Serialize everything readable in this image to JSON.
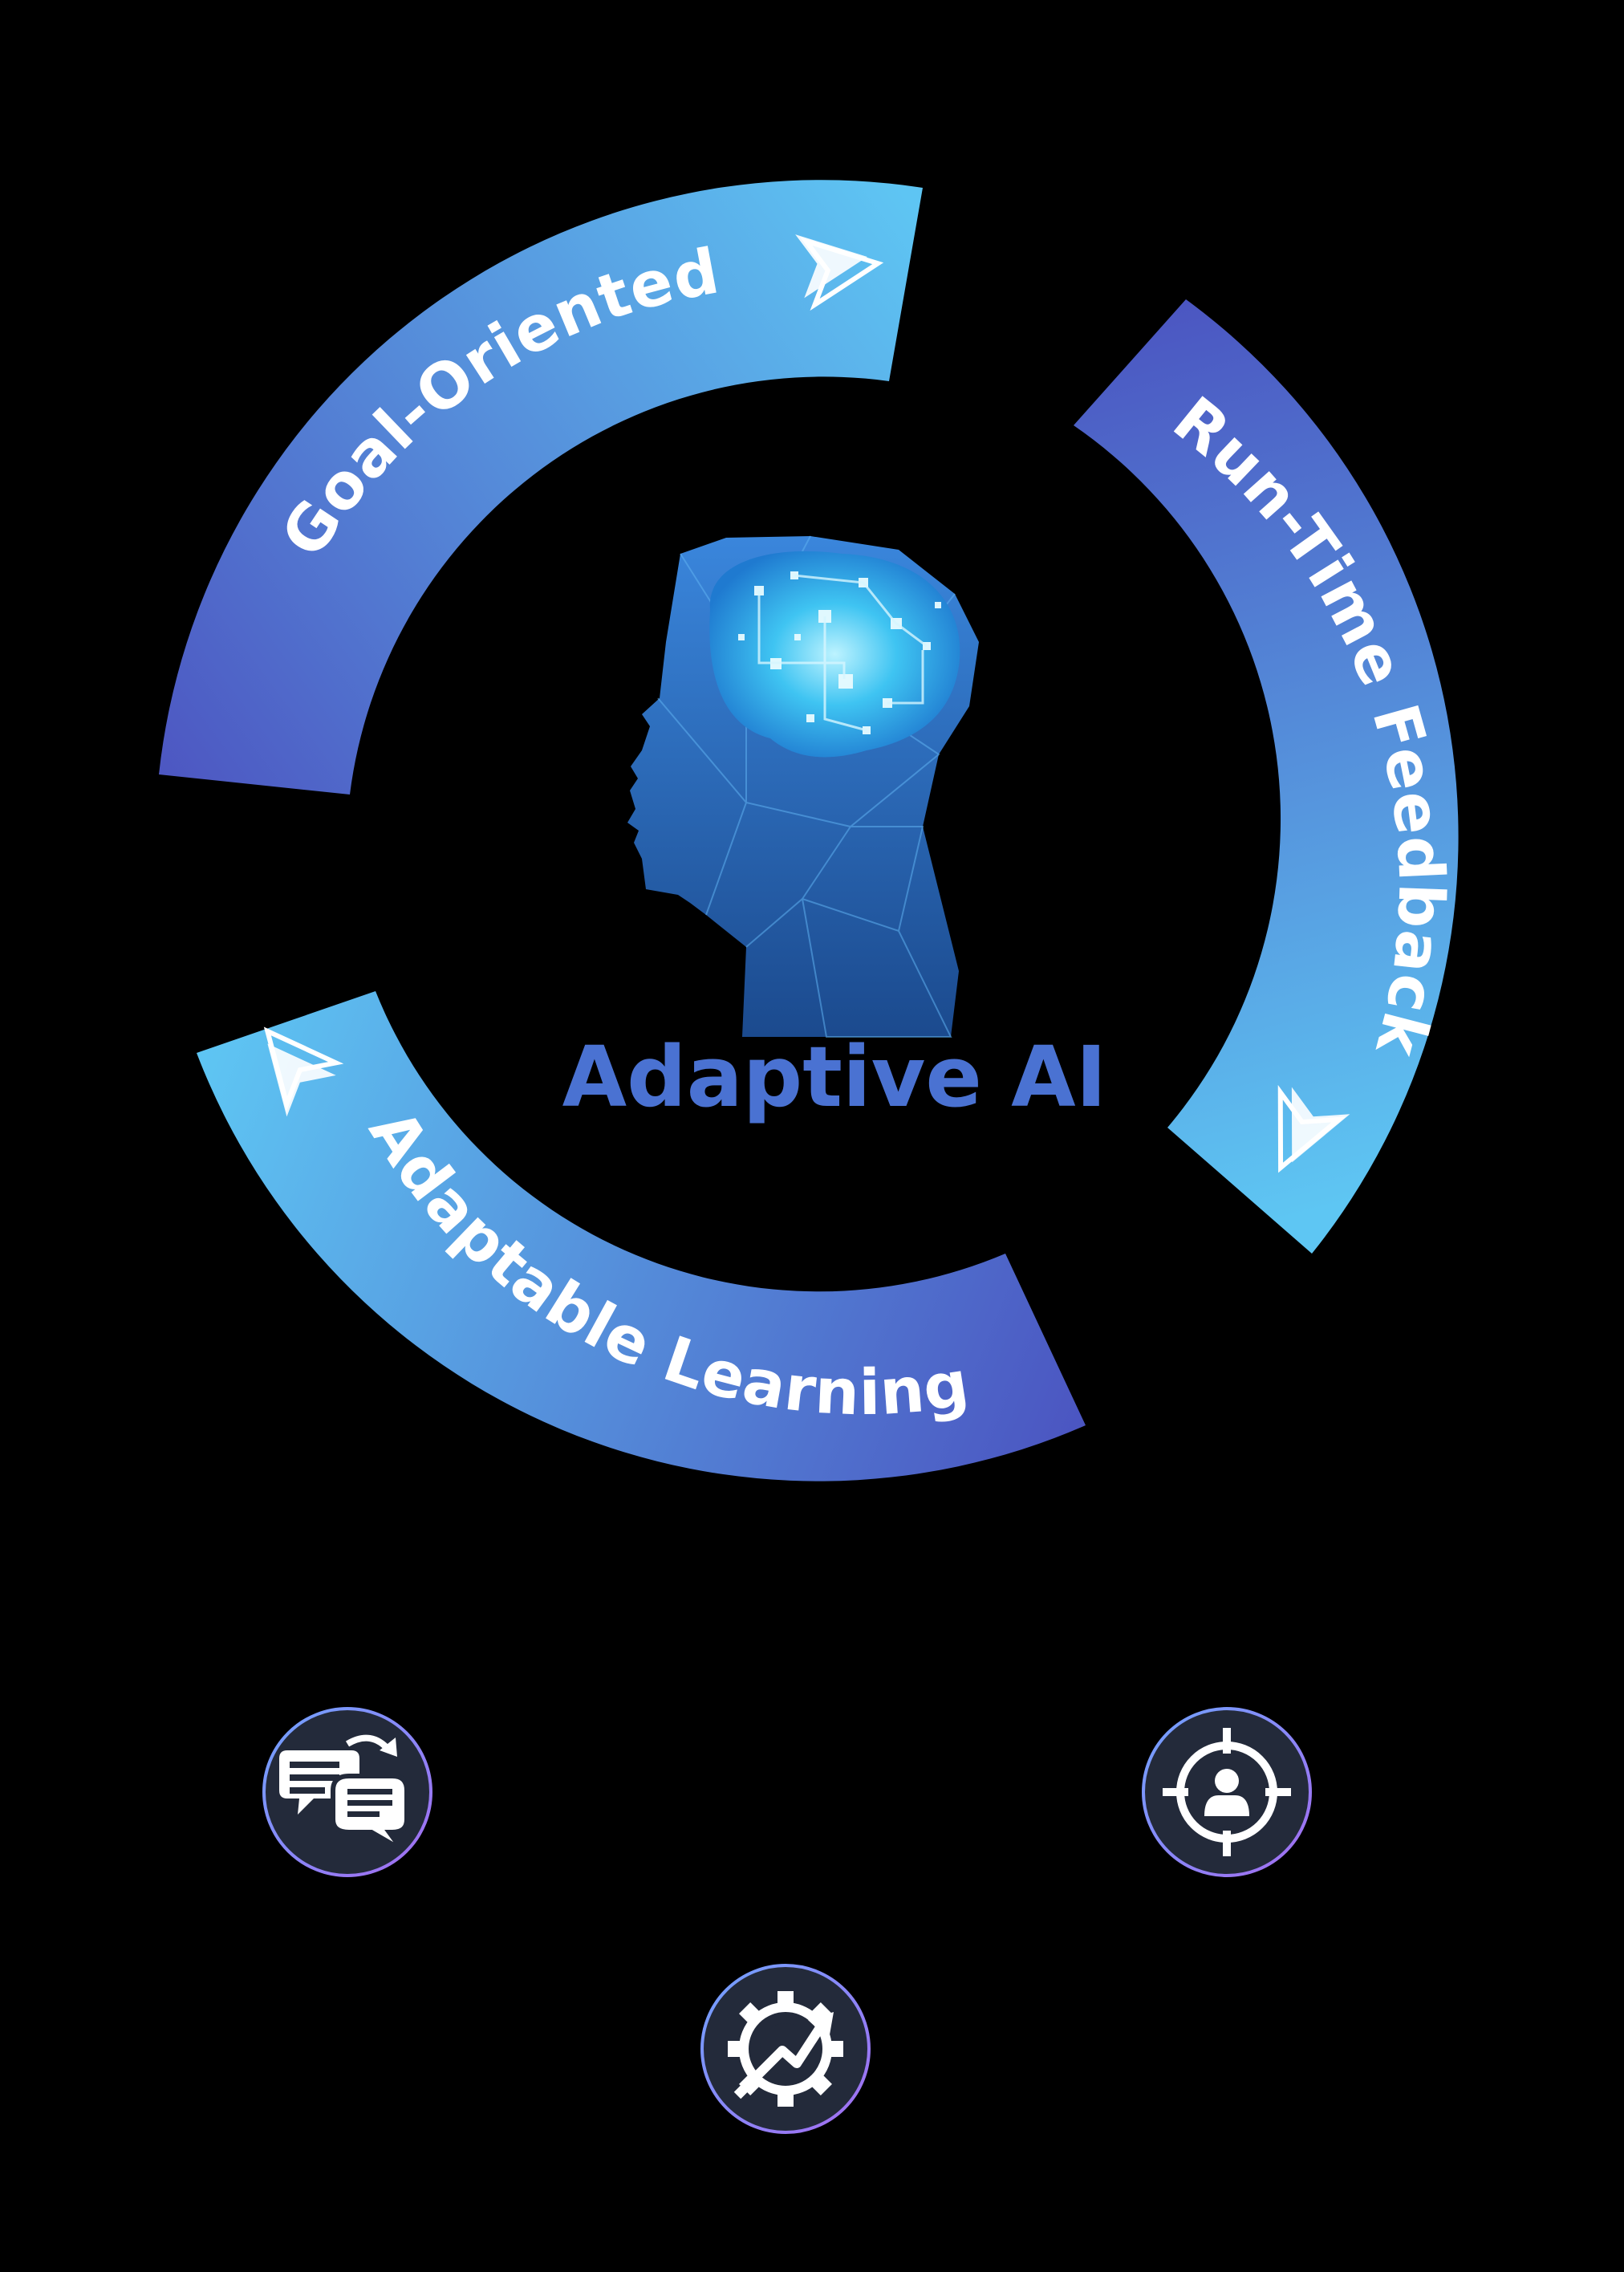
{
  "center": {
    "title": "Adaptive AI",
    "icon": "ai-brain-head-icon"
  },
  "arcs": [
    {
      "label": "Goal-Oriented",
      "icon": "play-arrow-icon"
    },
    {
      "label": "Run-Time Feedback",
      "icon": "play-arrow-icon"
    },
    {
      "label": "Adaptable Learning",
      "icon": "play-arrow-icon"
    }
  ],
  "bottom_icons": [
    {
      "icon": "conversation-exchange-icon"
    },
    {
      "icon": "target-user-icon"
    },
    {
      "icon": "gear-growth-arrow-icon"
    }
  ],
  "colors": {
    "background": "#000000",
    "arc_light": "#5ec3f2",
    "arc_dark": "#4c5bc4",
    "title": "#4a72d2",
    "connector": "#1a9fb4",
    "icon_circle": "#232a3a",
    "icon_ring": "#8d6cf0"
  }
}
